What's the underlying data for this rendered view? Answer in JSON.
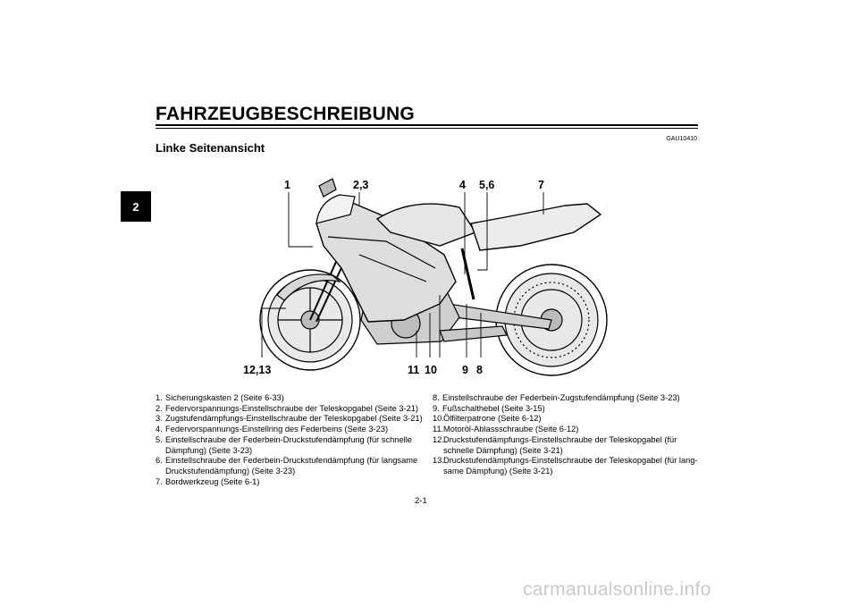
{
  "chapter_tab": "2",
  "chapter_title": "FAHRZEUGBESCHREIBUNG",
  "section_code": "GAU10410",
  "section_heading": "Linke Seitenansicht",
  "callouts": {
    "c1": "1",
    "c23": "2,3",
    "c4": "4",
    "c56": "5,6",
    "c7": "7",
    "c1213": "12,13",
    "c11": "11",
    "c10": "10",
    "c9": "9",
    "c8": "8"
  },
  "legend_left": [
    {
      "num": "1.",
      "text": "Sicherungskasten 2 (Seite 6-33)"
    },
    {
      "num": "2.",
      "text": "Federvorspannungs-Einstellschraube der Teleskopgabel (Seite 3-21)"
    },
    {
      "num": "3.",
      "text": "Zugstufendämpfungs-Einstellschraube der Teleskopgabel (Seite 3-21)"
    },
    {
      "num": "4.",
      "text": "Federvorspannungs-Einstellring des Federbeins (Seite 3-23)"
    },
    {
      "num": "5.",
      "text": "Einstellschraube der Federbein-Druckstufendämpfung (für schnelle Dämpfung) (Seite 3-23)"
    },
    {
      "num": "6.",
      "text": "Einstellschraube der Federbein-Druckstufendämpfung (für langsame Druckstufendämpfung) (Seite 3-23)"
    },
    {
      "num": "7.",
      "text": "Bordwerkzeug (Seite 6-1)"
    }
  ],
  "legend_right": [
    {
      "num": "8.",
      "text": "Einstellschraube der Federbein-Zugstufendämpfung (Seite 3-23)"
    },
    {
      "num": "9.",
      "text": "Fußschalthebel (Seite 3-15)"
    },
    {
      "num": "10.",
      "text": "Ölfilterpatrone (Seite 6-12)"
    },
    {
      "num": "11.",
      "text": "Motoröl-Ablassschraube (Seite 6-12)"
    },
    {
      "num": "12.",
      "text": "Druckstufendämpfungs-Einstellschraube der Teleskopgabel (für schnelle Dämpfung) (Seite 3-21)"
    },
    {
      "num": "13.",
      "text": "Druckstufendämpfungs-Einstellschraube der Teleskopgabel (für lang-same Dämpfung) (Seite 3-21)"
    }
  ],
  "page_number": "2-1",
  "watermark": "carmanualsonline.info"
}
